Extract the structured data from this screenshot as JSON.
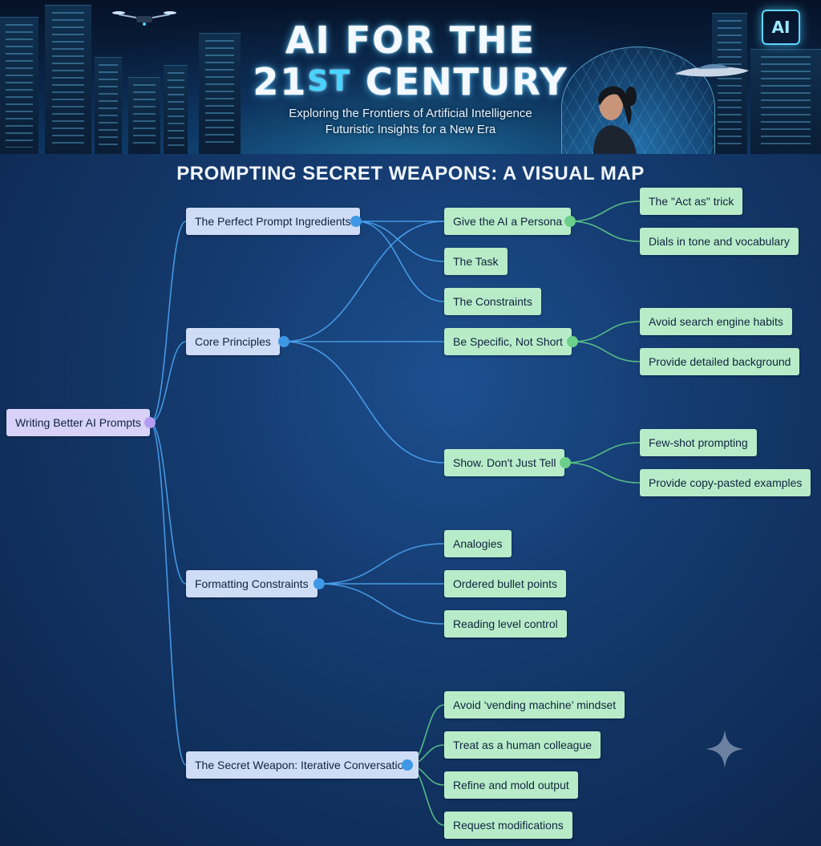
{
  "banner": {
    "title_line1": "AI FOR THE",
    "title_line2_num": "21",
    "title_line2_sup": "ST",
    "title_line2_rest": " CENTURY",
    "subtitle1": "Exploring the Frontiers of Artificial Intelligence",
    "subtitle2": "Futuristic Insights for a New Era",
    "badge": "AI"
  },
  "map": {
    "title": "PROMPTING SECRET WEAPONS: A VISUAL MAP",
    "root": "Writing Better AI Prompts",
    "branches": [
      {
        "label": "The Perfect Prompt Ingredients",
        "children": [
          {
            "label": "Give the AI a Persona",
            "children": [
              "The \"Act as\" trick",
              "Dials in tone and vocabulary"
            ]
          },
          {
            "label": "The Task",
            "children": []
          },
          {
            "label": "The Constraints",
            "children": []
          }
        ]
      },
      {
        "label": "Core Principles",
        "children": [
          {
            "label": "Be Specific, Not Short",
            "children": [
              "Avoid search engine habits",
              "Provide detailed background"
            ]
          },
          {
            "label": "Show. Don't Just Tell",
            "children": [
              "Few-shot prompting",
              "Provide copy-pasted examples"
            ]
          }
        ]
      },
      {
        "label": "Formatting Constraints",
        "children": [
          {
            "label": "Analogies",
            "children": []
          },
          {
            "label": "Ordered bullet points",
            "children": []
          },
          {
            "label": "Reading level control",
            "children": []
          }
        ]
      },
      {
        "label": "The Secret Weapon: Iterative Conversation",
        "children": [
          {
            "label": "Avoid ‘vending machine’ mindset",
            "children": []
          },
          {
            "label": "Treat as a human colleague",
            "children": []
          },
          {
            "label": "Refine and mold output",
            "children": []
          },
          {
            "label": "Request modifications",
            "children": []
          }
        ]
      }
    ]
  },
  "colors": {
    "background": "#143a6e",
    "root_node": "#d8d2f8",
    "level1_node": "#cfdcf6",
    "level2_node": "#b8ecc9",
    "link_blue": "#4aa3ee",
    "link_green": "#5ec98a",
    "accent_cyan": "#47d4ff"
  }
}
